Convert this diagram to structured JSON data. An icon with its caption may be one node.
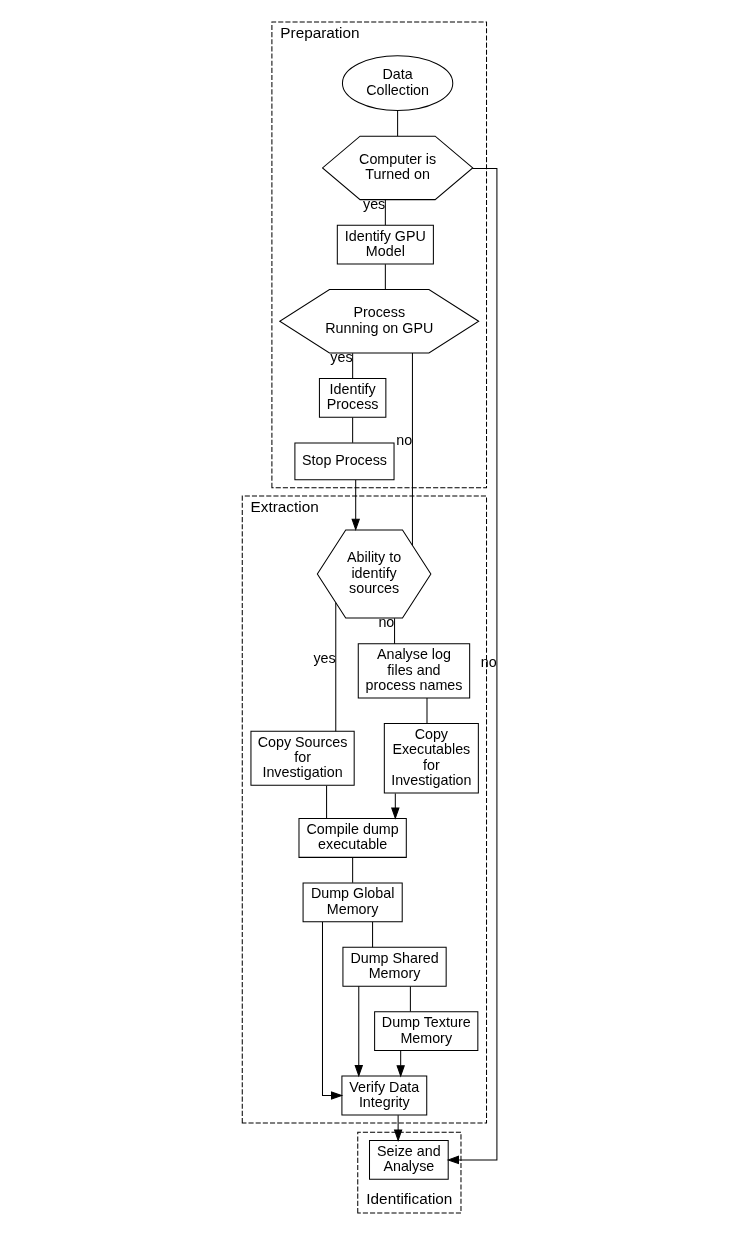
{
  "diagram": {
    "nodes": [
      {
        "text": [
          "Preparation"
        ]
      },
      {
        "text": [
          "Data Collection"
        ],
        "in": 0
      },
      {
        "text": [
          "Computer is Turned on"
        ],
        "in": 0
      },
      {
        "text": [
          "Identify GPU Model"
        ],
        "in": 0
      },
      {
        "text": [
          "Process Running on GPU"
        ],
        "in": 0
      },
      {
        "text": [
          "Identify Process"
        ],
        "in": 0
      },
      {
        "text": [
          "Stop Process"
        ],
        "in": 0
      },
      {
        "text": [
          "Identification"
        ]
      },
      {
        "text": [
          "Seize and Analyse"
        ],
        "in": 7
      },
      {
        "text": [
          "Extraction"
        ]
      },
      {
        "text": [
          "Ability to identify sources"
        ],
        "in": 9
      },
      {
        "text": [
          "Copy Sources for Investigation"
        ],
        "in": 9
      },
      {
        "text": [
          "Analyse log files and process names"
        ],
        "in": 9
      },
      {
        "text": [
          "Compile dump executable"
        ],
        "in": 9
      },
      {
        "text": [
          "Copy Executables for Investigation"
        ],
        "in": 9
      },
      {
        "text": [
          "Dump Global Memory"
        ],
        "in": 9
      },
      {
        "text": [
          "Verify Data Integrity"
        ],
        "in": 9
      },
      {
        "text": [
          "Dump Shared Memory"
        ],
        "in": 9
      },
      {
        "text": [
          "Dump Texture Memory"
        ],
        "in": 9
      }
    ],
    "edges": [
      {
        "from": 1,
        "to": 2,
        "arrow": "none"
      },
      {
        "from": 2,
        "to": 3,
        "arrow": "none",
        "label": "yes"
      },
      {
        "from": 2,
        "to": 8,
        "arrow": "to",
        "label": "no"
      },
      {
        "from": 3,
        "to": 4,
        "arrow": "none"
      },
      {
        "from": 4,
        "to": 5,
        "arrow": "none",
        "label": "yes"
      },
      {
        "from": 4,
        "to": 10,
        "arrow": "none",
        "label": "no"
      },
      {
        "from": 5,
        "to": 6,
        "arrow": "none"
      },
      {
        "from": 6,
        "to": 10,
        "arrow": "to"
      },
      {
        "from": 10,
        "to": 11,
        "arrow": "none",
        "label": "yes"
      },
      {
        "from": 10,
        "to": 12,
        "arrow": "none",
        "label": "no"
      },
      {
        "from": 11,
        "to": 13,
        "arrow": "none"
      },
      {
        "from": 12,
        "to": 14,
        "arrow": "none"
      },
      {
        "from": 14,
        "to": 13,
        "arrow": "to"
      },
      {
        "from": 13,
        "to": 15,
        "arrow": "none"
      },
      {
        "from": 15,
        "to": 16,
        "arrow": "to"
      },
      {
        "from": 16,
        "to": 8,
        "arrow": "to"
      },
      {
        "from": 15,
        "to": 17,
        "arrow": "none"
      },
      {
        "from": 17,
        "to": 16,
        "arrow": "to"
      },
      {
        "from": 17,
        "to": 18,
        "arrow": "none"
      },
      {
        "from": 18,
        "to": 16,
        "arrow": "to"
      }
    ]
  }
}
